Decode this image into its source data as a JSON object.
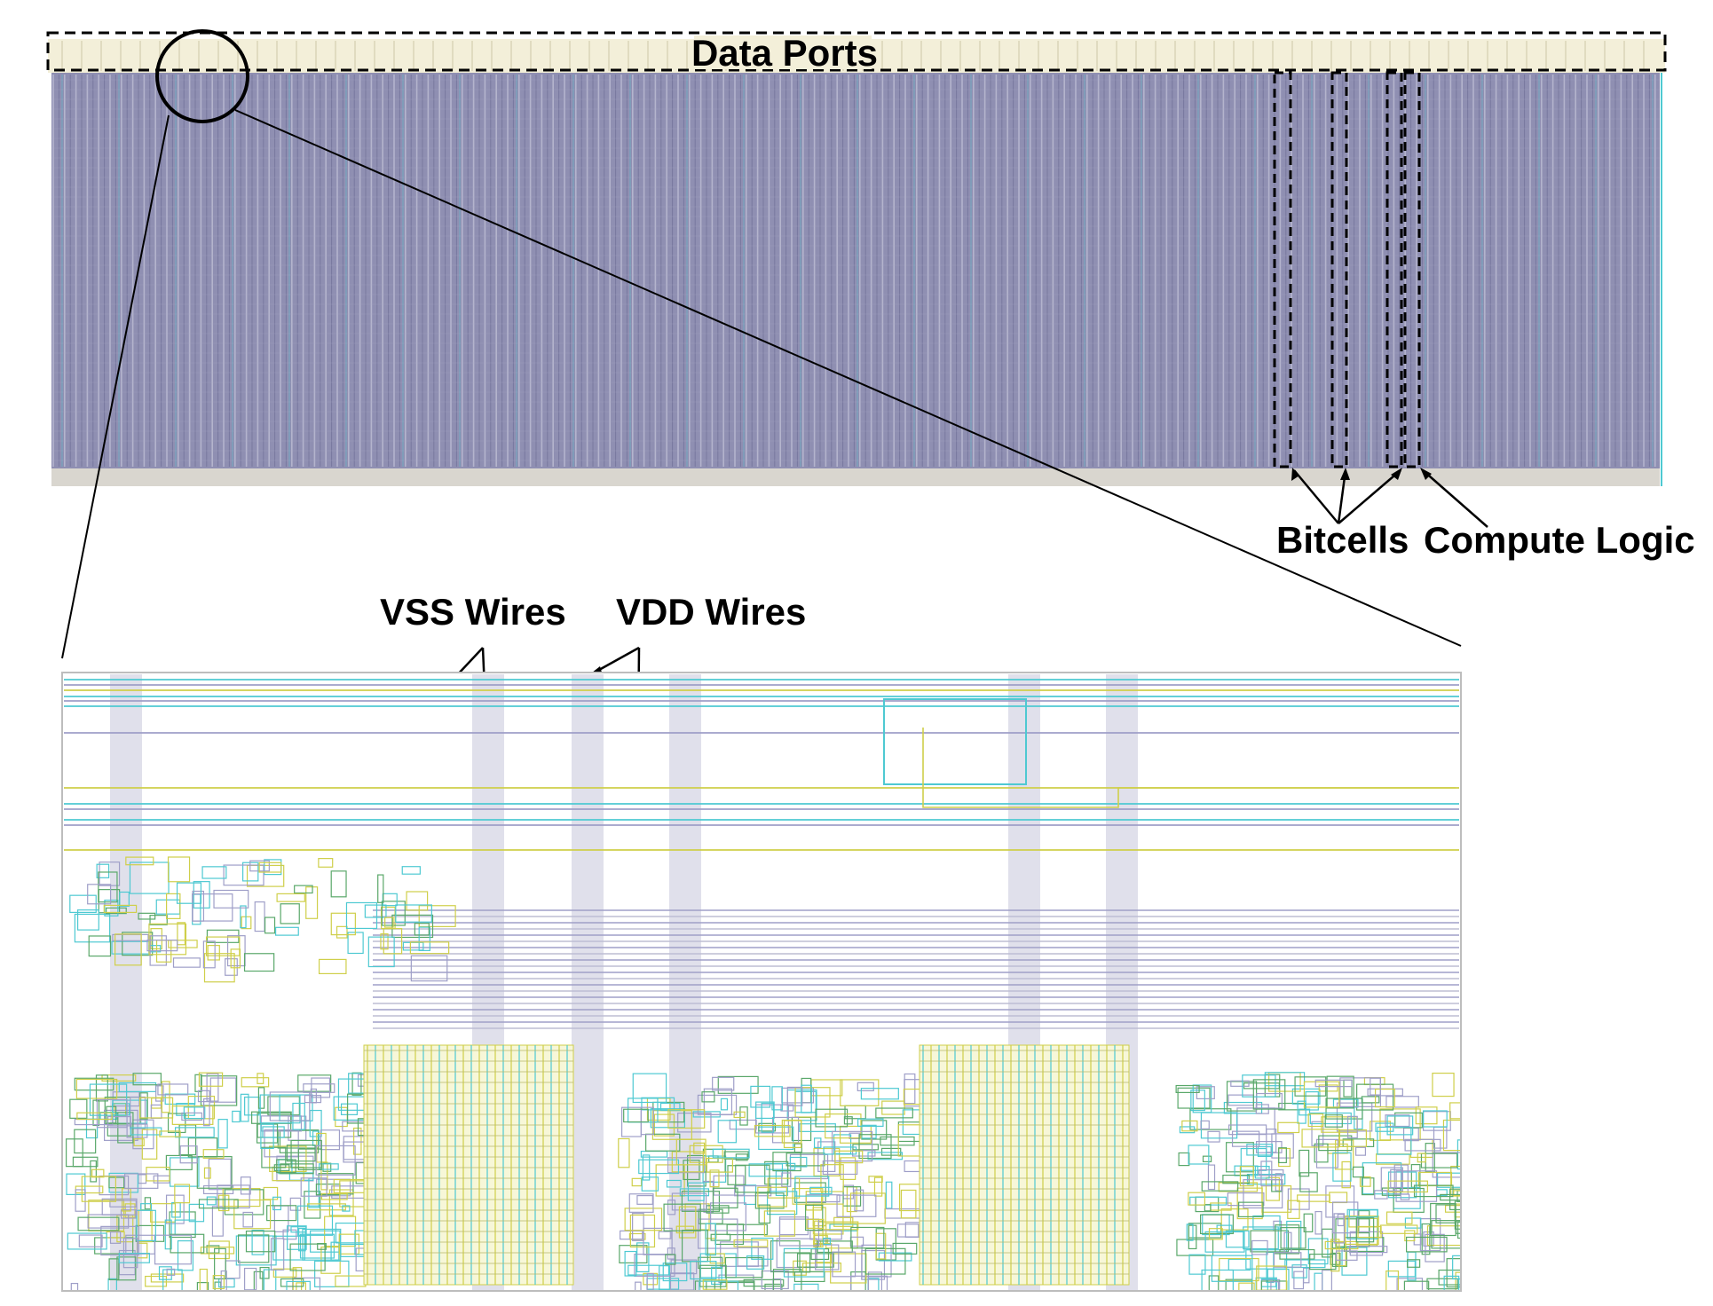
{
  "labels": {
    "data_ports": "Data Ports",
    "bitcells": "Bitcells",
    "compute_logic": "Compute Logic",
    "vss_wires": "VSS Wires",
    "vdd_wires": "VDD Wires"
  },
  "colors": {
    "array_fill": "#8f8fb2",
    "array_column_light": "#c4c4d9",
    "port_strip": "#f3efd9",
    "wire_cyan": "#4ec9d2",
    "wire_yellow": "#cfcf4a",
    "wire_lavender": "#9f9fc8",
    "power_rail": "#d8d8e6",
    "outline": "#000000"
  }
}
